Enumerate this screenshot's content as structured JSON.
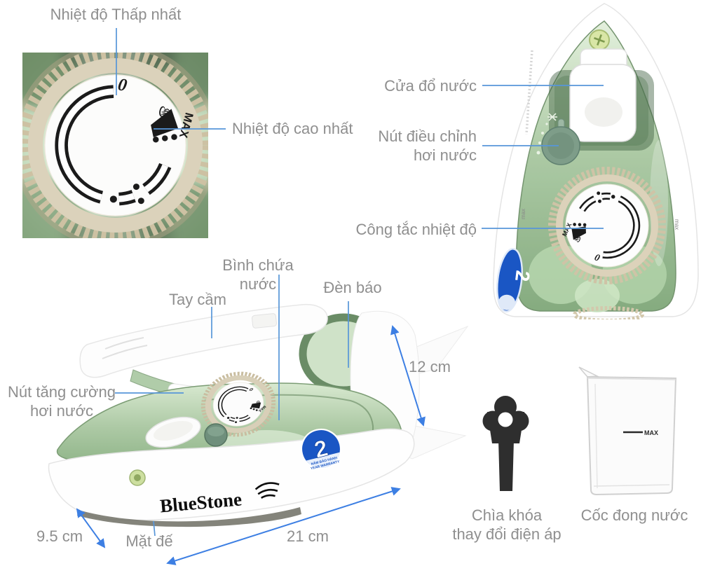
{
  "closeup": {
    "label_min_temp": "Nhiệt độ Thấp nhất",
    "label_max_temp": "Nhiệt độ cao nhất"
  },
  "dial": {
    "zero": "0",
    "max": "MAX",
    "steam_icon": "♨"
  },
  "top_view": {
    "label_water_door": "Cửa đổ nước",
    "label_steam_line1": "Nút điều chỉnh",
    "label_steam_line2": "hơi nước",
    "label_temp_switch": "Công tắc nhiệt độ",
    "max_small": "max"
  },
  "side_view": {
    "label_tank": "Bình chứa nước",
    "label_light": "Đèn báo",
    "label_handle": "Tay cầm",
    "label_boost_line1": "Nút tăng cường",
    "label_boost_line2": "hơi nước",
    "label_sole": "Mặt đế",
    "brand": "BlueStone"
  },
  "badge": {
    "number": "2",
    "line1": "NĂM BẢO HÀNH",
    "line2": "YEAR WARRANTY"
  },
  "dimensions": {
    "height": "12 cm",
    "length": "21 cm",
    "width": "9.5 cm"
  },
  "accessories": {
    "key_label_line1": "Chìa khóa",
    "key_label_line2": "thay đổi điện áp",
    "cup_label": "Cốc đong nước",
    "cup_max": "MAX"
  },
  "colors": {
    "callout_blue": "#5796d9",
    "arrow_blue": "#3d7fe3",
    "label_gray": "#8f8f8f",
    "badge_blue": "#1a56c4",
    "dial_ring_tan": "#dbd2bb",
    "iron_green": "#9dbf97"
  }
}
